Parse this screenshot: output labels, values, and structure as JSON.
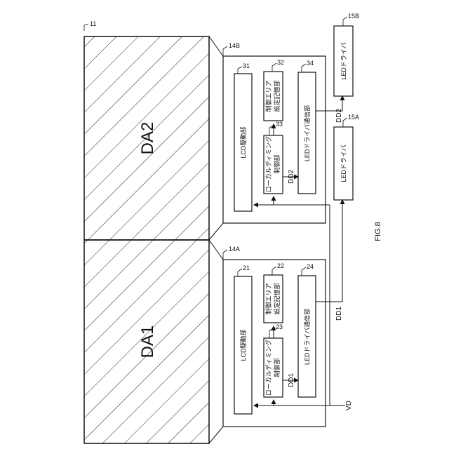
{
  "figure": {
    "caption": "FIG.8",
    "panel_ref": "11",
    "areas": [
      {
        "label": "DA2"
      },
      {
        "label": "DA1"
      }
    ],
    "controllers": [
      {
        "ref": "14B",
        "lcd_ref": "31",
        "lcd_label": "LCD駆動部",
        "mem_ref": "32",
        "mem_label_1": "制御エリア",
        "mem_label_2": "設定記憶部",
        "ld_ref": "33",
        "ld_label_1": "ローカルディミング",
        "ld_label_2": "制御部",
        "comm_ref": "34",
        "comm_label": "LEDドライバ通信部",
        "signal": "DD2"
      },
      {
        "ref": "14A",
        "lcd_ref": "21",
        "lcd_label": "LCD駆動部",
        "mem_ref": "22",
        "mem_label_1": "制御エリア",
        "mem_label_2": "設定記憶部",
        "ld_ref": "23",
        "ld_label_1": "ローカルディミング",
        "ld_label_2": "制御部",
        "comm_ref": "24",
        "comm_label": "LEDドライバ通信部",
        "signal": "DD1"
      }
    ],
    "drivers": [
      {
        "ref": "15B",
        "label": "LEDドライバ"
      },
      {
        "ref": "15A",
        "label": "LEDドライバ"
      }
    ],
    "output_labels": {
      "dd1": "DD1",
      "dd2": "DD2"
    },
    "input_label": "VD"
  }
}
